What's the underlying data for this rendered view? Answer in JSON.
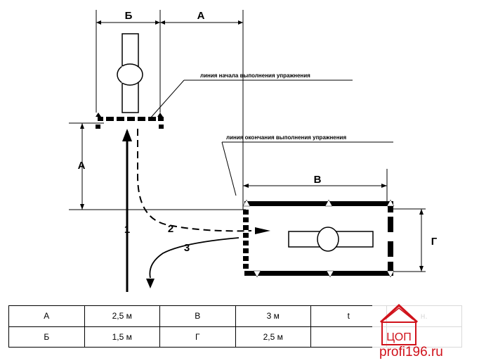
{
  "diagram": {
    "dim_labels": {
      "A_top": "А",
      "B_top": "Б",
      "A_side": "А",
      "V": "В",
      "G": "Г"
    },
    "path_labels": {
      "p1": "1",
      "p2": "2",
      "p3": "3"
    },
    "notes": {
      "start_line": "линия начала выполнения упражнения",
      "finish_line": "линия окончания выполнения упражнения"
    }
  },
  "table": {
    "rows": [
      [
        "А",
        "2,5 м",
        "В",
        "3 м",
        "t",
        "н."
      ],
      [
        "Б",
        "1,5 м",
        "Г",
        "2,5 м",
        "",
        ""
      ]
    ]
  },
  "watermark": {
    "text": "profi196.ru",
    "logo_text": "ЦОП",
    "color": "#d0121b"
  }
}
